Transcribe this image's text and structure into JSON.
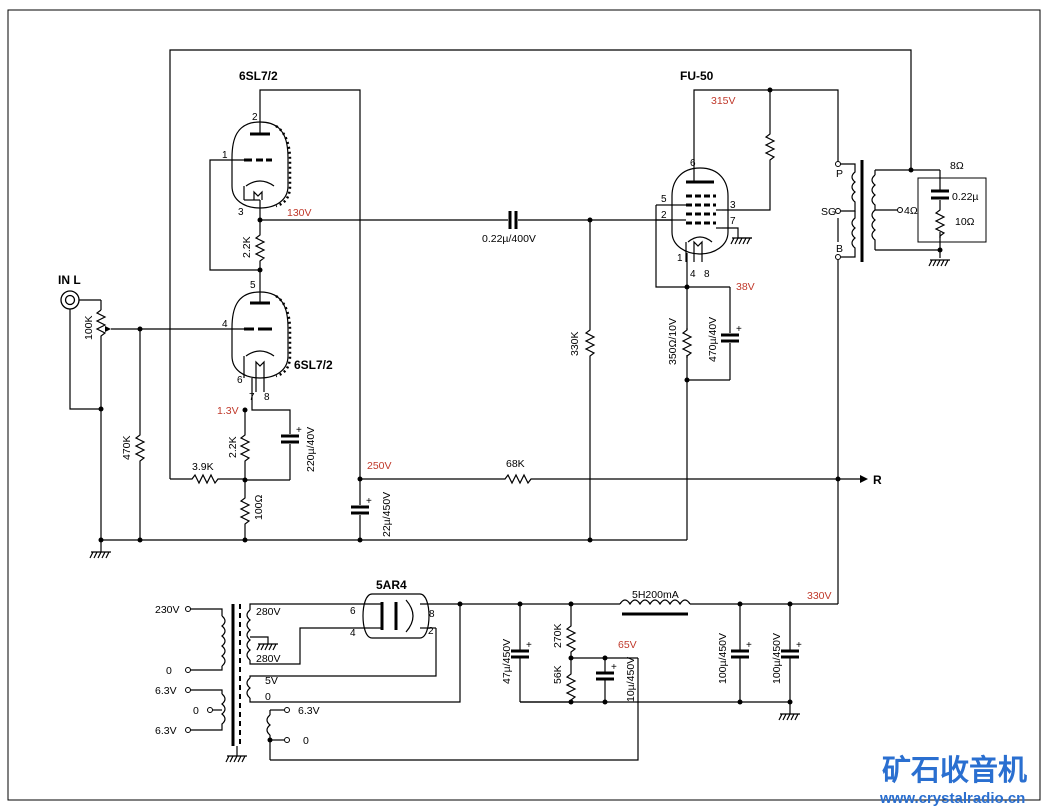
{
  "tubes": {
    "v1a": "6SL7/2",
    "v1b": "6SL7/2",
    "v2": "FU-50",
    "rect": "5AR4"
  },
  "input": {
    "label": "IN L"
  },
  "output": {
    "label": "R"
  },
  "resistors": {
    "vol": "100K",
    "grid_leak": "470K",
    "fb": "3.9K",
    "cath1": "2.2K",
    "cath2": "2.2K",
    "shunt": "100Ω",
    "grid2": "330K",
    "decouple": "68K",
    "cath_out": "350Ω/10V",
    "bleed1": "270K",
    "bleed2": "56K",
    "zobel_r": "10Ω"
  },
  "capacitors": {
    "coupling": "0.22µ/400V",
    "cath1": "220µ/40V",
    "supply1": "22µ/450V",
    "cath_out": "470µ/40V",
    "psu1": "47µ/450V",
    "psu_ref": "10µ/450V",
    "psu2": "100µ/450V",
    "psu3": "100µ/450V",
    "zobel_c": "0.22µ"
  },
  "voltages": {
    "v130": "130V",
    "v13": "1.3V",
    "v250": "250V",
    "v315": "315V",
    "v38": "38V",
    "v330": "330V",
    "v65": "65V"
  },
  "output_transformer": {
    "p": "P",
    "sg": "SG",
    "b": "B",
    "z4": "4Ω",
    "z8": "8Ω"
  },
  "power_transformer": {
    "p230": "230V",
    "p0": "0",
    "h1": "6.3V",
    "h0": "0",
    "h2": "6.3V",
    "s280a": "280V",
    "s280b": "280V",
    "s5": "5V",
    "s5_0": "0",
    "s63": "6.3V",
    "s63_0": "0"
  },
  "choke": "5H200mA",
  "pins": {
    "v1a_plate": "2",
    "v1a_grid": "1",
    "v1a_cath": "3",
    "v1b_plate": "5",
    "v1b_grid": "4",
    "v1b_cath": "6",
    "v1b_h1": "7",
    "v1b_h2": "8",
    "v2_p": "6",
    "v2_g2": "5",
    "v2_g1": "2",
    "v2_k": "3",
    "v2_g3": "7",
    "v2_h1": "1",
    "v2_h2": "4",
    "v2_h3": "8",
    "r_p1": "6",
    "r_p2": "4",
    "r_k1": "8",
    "r_k2": "2"
  },
  "watermark": {
    "cn": "矿石收音机",
    "url": "www.crystalradio.cn"
  }
}
